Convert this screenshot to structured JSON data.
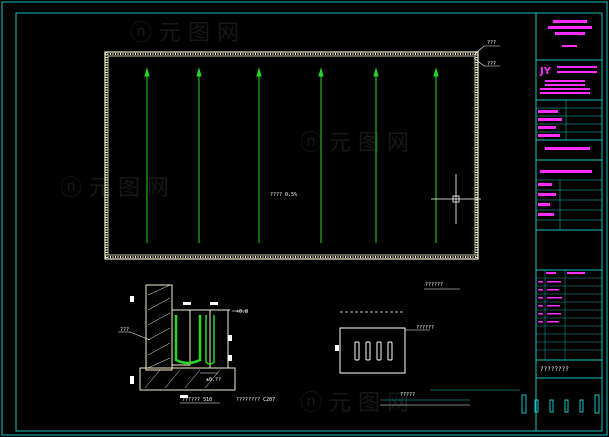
{
  "drawing": {
    "plan_area_label": "???? 0.5%",
    "notes": [
      "???",
      "???"
    ],
    "section": {
      "label_left": "???",
      "elev_top": "+0.8",
      "elev_bottom": "±0.??",
      "caption": "?????? 510",
      "standard_ref": "???????? C207"
    },
    "plan_detail": {
      "title": "??????",
      "label": "??????"
    },
    "small_label": "?????"
  },
  "title_block": {
    "logo": "JY",
    "drawing_no": "????????"
  },
  "colors": {
    "frame": "#19c4c4",
    "wall": "#f4f0c8",
    "arrow": "#25d725",
    "magenta": "#ff2bff",
    "text": "#ffffff"
  }
}
